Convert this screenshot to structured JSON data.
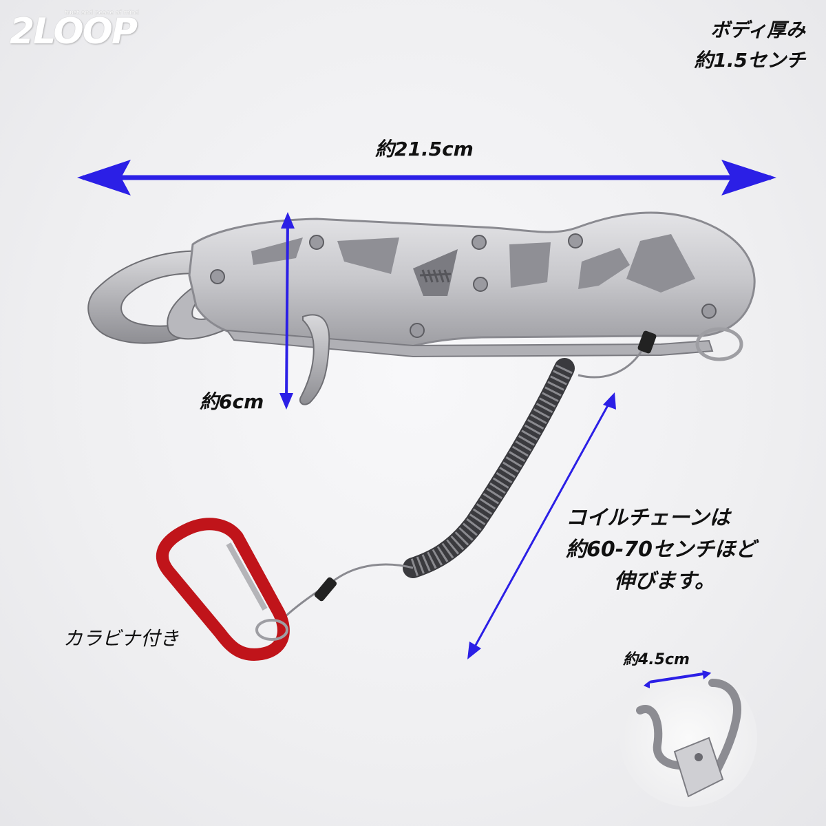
{
  "logo": {
    "brand": "2LOOP",
    "tagline": "trust and peace of mind"
  },
  "annotations": {
    "body_thickness_line1": "ボディ厚み",
    "body_thickness_line2": "約1.5センチ",
    "length": "約21.5cm",
    "height": "約6cm",
    "coil_line1": "コイルチェーンは",
    "coil_line2": "約60-70センチほど",
    "coil_line3": "伸びます。",
    "carabiner": "カラビナ付き",
    "jaw_opening": "約4.5cm"
  },
  "colors": {
    "arrow": "#2b1fe6",
    "carabiner": "#c0141a",
    "body": "#c8c8cc"
  }
}
